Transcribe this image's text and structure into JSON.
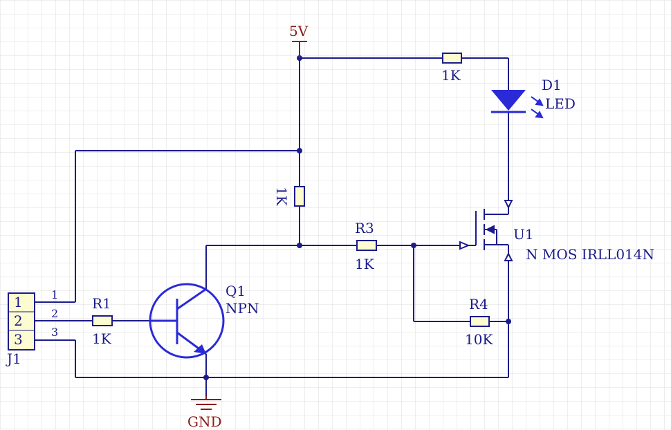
{
  "colors": {
    "wire": "#1b1b8a",
    "symbol": "#2a2ad8",
    "power": "#8b1a1a",
    "connector_fill": "#fdfbd0",
    "grid": "#d9d9d9",
    "background": "#ffffff"
  },
  "power": {
    "vcc_label": "5V",
    "gnd_label": "GND"
  },
  "components": {
    "j1": {
      "ref": "J1",
      "pins": [
        "1",
        "2",
        "3"
      ],
      "pin_numbers": [
        "1",
        "2",
        "3"
      ]
    },
    "r1": {
      "ref": "R1",
      "value": "1K"
    },
    "q1": {
      "ref": "Q1",
      "value": "NPN"
    },
    "r_pullup": {
      "value": "1K"
    },
    "r_led": {
      "value": "1K"
    },
    "r3": {
      "ref": "R3",
      "value": "1K"
    },
    "r4": {
      "ref": "R4",
      "value": "10K"
    },
    "d1": {
      "ref": "D1",
      "value": "LED"
    },
    "u1": {
      "ref": "U1",
      "value": "N MOS IRLL014N"
    }
  }
}
